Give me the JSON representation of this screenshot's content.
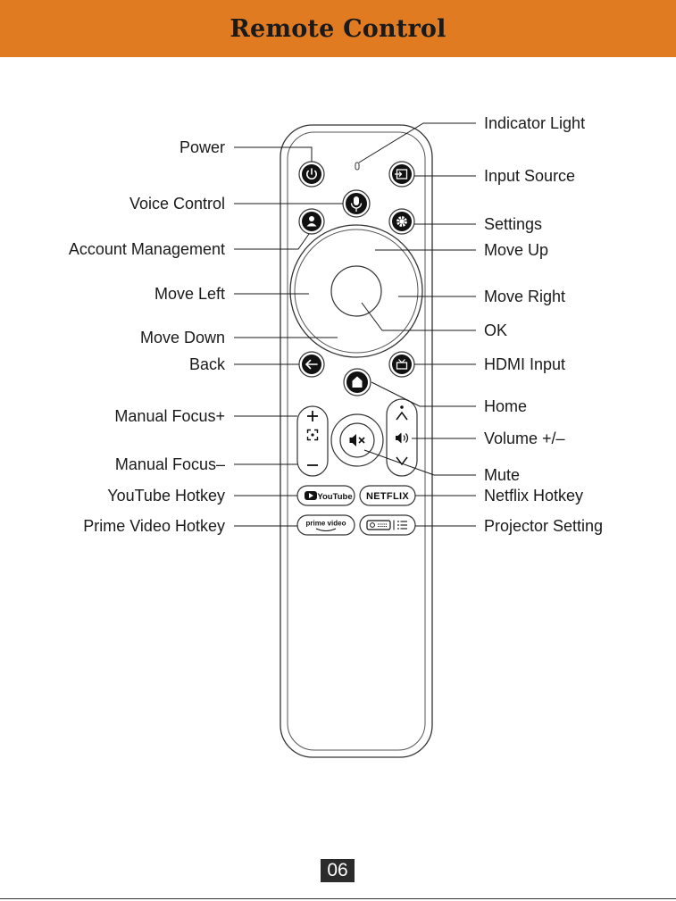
{
  "title": "Remote Control",
  "labels_left": [
    {
      "id": "power",
      "text": "Power"
    },
    {
      "id": "voice",
      "text": "Voice Control"
    },
    {
      "id": "account",
      "text": "Account Management"
    },
    {
      "id": "move-left",
      "text": "Move Left"
    },
    {
      "id": "move-down",
      "text": "Move Down"
    },
    {
      "id": "back",
      "text": "Back"
    },
    {
      "id": "focus-plus",
      "text": "Manual Focus+"
    },
    {
      "id": "focus-minus",
      "text": "Manual Focus–"
    },
    {
      "id": "youtube",
      "text": "YouTube Hotkey"
    },
    {
      "id": "prime",
      "text": "Prime Video Hotkey"
    }
  ],
  "labels_right": [
    {
      "id": "indicator",
      "text": "Indicator Light"
    },
    {
      "id": "input",
      "text": "Input Source"
    },
    {
      "id": "settings",
      "text": "Settings"
    },
    {
      "id": "move-up",
      "text": "Move Up"
    },
    {
      "id": "move-right",
      "text": "Move Right"
    },
    {
      "id": "ok",
      "text": "OK"
    },
    {
      "id": "hdmi",
      "text": "HDMI Input"
    },
    {
      "id": "home",
      "text": "Home"
    },
    {
      "id": "volume",
      "text": "Volume +/–"
    },
    {
      "id": "mute",
      "text": "Mute"
    },
    {
      "id": "netflix",
      "text": "Netflix Hotkey"
    },
    {
      "id": "projector",
      "text": "Projector Setting"
    }
  ],
  "buttons": {
    "youtube_text": "YouTube",
    "netflix_text": "NETFLIX",
    "prime_text": "prime video"
  },
  "page_number": "06",
  "colors": {
    "header": "#e07b22",
    "button": "#111111",
    "outline": "#333333"
  }
}
